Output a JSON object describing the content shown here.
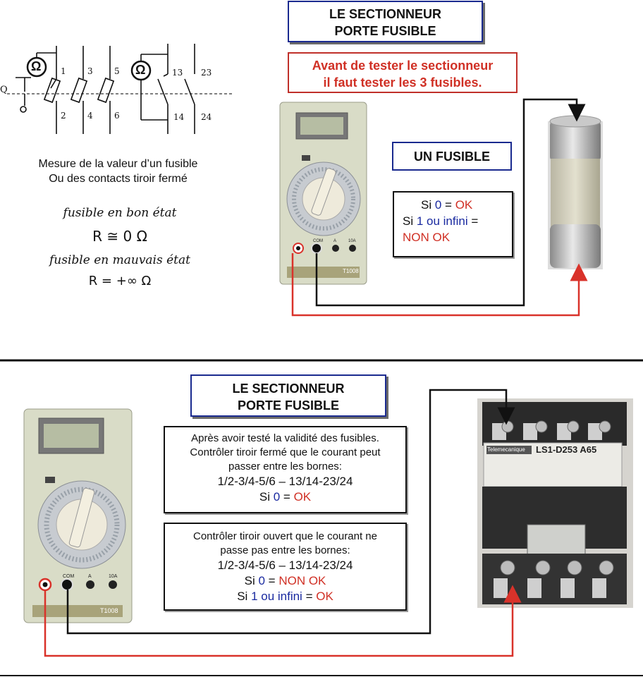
{
  "top": {
    "title": {
      "line1": "LE SECTIONNEUR",
      "line2": "PORTE FUSIBLE"
    },
    "warning": {
      "line1": "Avant de tester le sectionneur",
      "line2": "il faut tester les 3 fusibles."
    },
    "fuse_label": "UN FUSIBLE",
    "result": {
      "l1a": "Si ",
      "l1b": "0",
      "l1c": " = ",
      "l1d": "OK",
      "l2a": "Si ",
      "l2b": "1 ou infini",
      "l2c": " =",
      "l3": "NON OK"
    },
    "measure": {
      "line1": "Mesure de la valeur d’un fusible",
      "line2": "Ou des contacts tiroir fermé"
    },
    "good": {
      "label": "fusible en bon état",
      "formula": "R ≅ 0 Ω"
    },
    "bad": {
      "label": "fusible en mauvais état",
      "formula": "R = +∞ Ω"
    },
    "schematic": {
      "q": "Q",
      "ohm": "Ω",
      "t1": "1",
      "t2": "2",
      "t3": "3",
      "t4": "4",
      "t5": "5",
      "t6": "6",
      "t13": "13",
      "t14": "14",
      "t23": "23",
      "t24": "24"
    }
  },
  "bottom": {
    "title": {
      "line1": "LE SECTIONNEUR",
      "line2": "PORTE FUSIBLE"
    },
    "closed": {
      "l1": "Après avoir testé la validité des fusibles.",
      "l2": "Contrôler tiroir fermé que le courant peut",
      "l3": "passer entre les bornes:",
      "l4": "1/2-3/4-5/6 – 13/14-23/24",
      "l5a": "Si ",
      "l5b": "0",
      "l5c": " = ",
      "l5d": "OK"
    },
    "open": {
      "l1": "Contrôler tiroir ouvert que le courant ne",
      "l2": "passe pas entre les bornes:",
      "l3": "1/2-3/4-5/6 – 13/14-23/24",
      "l4a": "Si ",
      "l4b": "0",
      "l4c": " = ",
      "l4d": "NON OK",
      "l5a": "Si ",
      "l5b": "1 ou infini",
      "l5c": " = ",
      "l5d": "OK"
    },
    "device": {
      "brand": "Telemecanique",
      "model": "LS1-D253 A65"
    }
  },
  "multimeter": {
    "model": "T1008",
    "com": "COM",
    "a": "A",
    "a10": "10A"
  },
  "colors": {
    "red_wire": "#d9322a",
    "black_wire": "#111111",
    "title_border": "#1a2a8f"
  }
}
